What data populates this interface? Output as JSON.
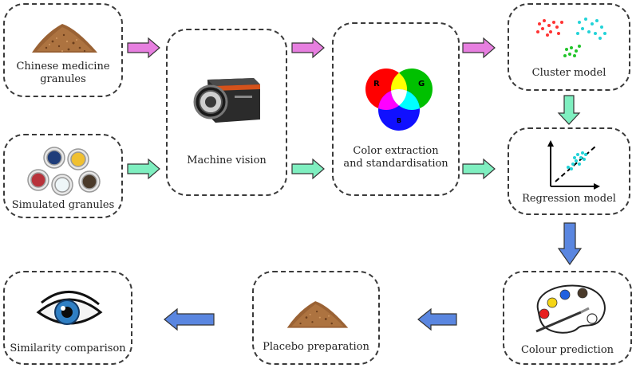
{
  "nodes": {
    "chinese_medicine": "Chinese medicine\ngranules",
    "simulated": "Simulated granules",
    "machine_vision": "Machine vision",
    "color_extraction": "Color extraction\nand standardisation",
    "cluster": "Cluster model",
    "regression": "Regression model",
    "colour_prediction": "Colour prediction",
    "placebo": "Placebo preparation",
    "similarity": "Similarity comparison"
  },
  "venn_letters": {
    "r": "R",
    "g": "G",
    "b": "B"
  },
  "colors": {
    "magenta_arrow": "#e77fe0",
    "green_arrow": "#7fefc0",
    "blue_arrow": "#5a86e0",
    "granule": "#a0673a"
  }
}
